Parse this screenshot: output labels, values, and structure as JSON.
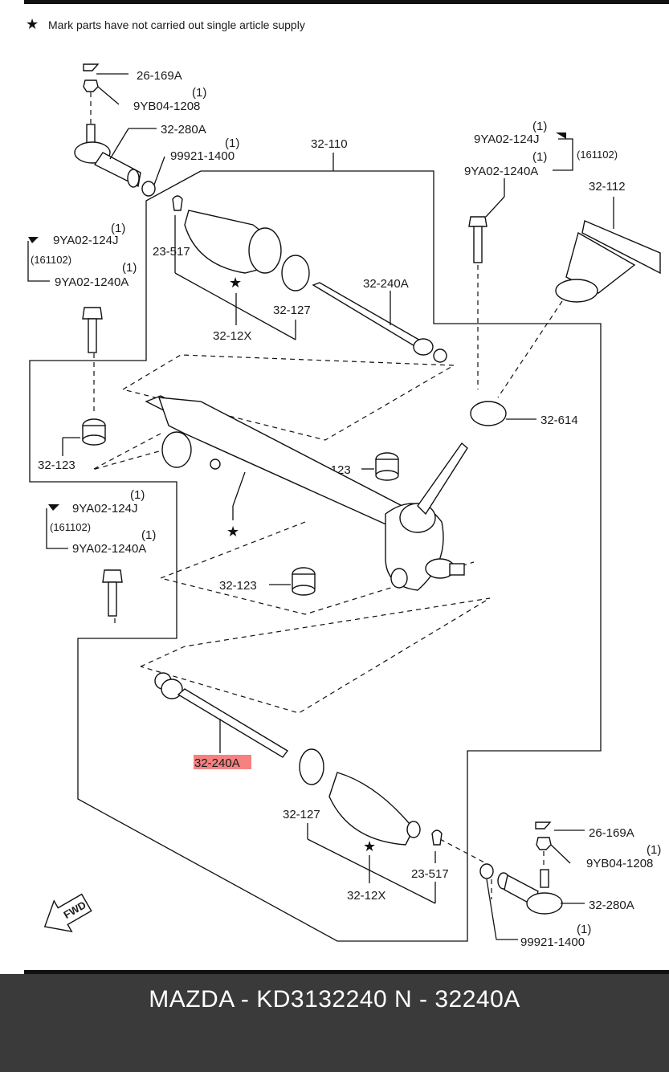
{
  "note": "Mark parts have not carried out single article supply",
  "labels": {
    "l26169A_top": "26-169A",
    "l9YB04_top": "9YB04-1208",
    "l9YB04_top_q": "(1)",
    "l32280A_top": "32-280A",
    "l99921_top": "99921-1400",
    "l99921_top_q": "(1)",
    "l32110": "32-110",
    "l9YA02_124J_r": "9YA02-124J",
    "l9YA02_124J_r_q": "(1)",
    "l9YA02_1240A_r": "9YA02-1240A",
    "l9YA02_1240A_r_q": "(1)",
    "l161102_r": "(161102)",
    "l32112": "32-112",
    "l9YA02_124J_l": "9YA02-124J",
    "l9YA02_124J_l_q": "(1)",
    "l161102_l": "(161102)",
    "l9YA02_1240A_l": "9YA02-1240A",
    "l9YA02_1240A_l_q": "(1)",
    "l23517_top": "23-517",
    "l32127_top": "32-127",
    "l3212X_top": "32-12X",
    "l32240A_top": "32-240A",
    "l32614": "32-614",
    "l32123_l": "32-123",
    "l32123_m": "32-123",
    "l9YA02_124J_l2": "9YA02-124J",
    "l9YA02_124J_l2_q": "(1)",
    "l161102_l2": "(161102)",
    "l9YA02_1240A_l2": "9YA02-1240A",
    "l9YA02_1240A_l2_q": "(1)",
    "l32123_b": "32-123",
    "l32240A_bottom": "32-240A",
    "l32127_bottom": "32-127",
    "l3212X_bottom": "32-12X",
    "l23517_bottom": "23-517",
    "l26169A_bottom": "26-169A",
    "l9YB04_bottom": "9YB04-1208",
    "l9YB04_bottom_q": "(1)",
    "l32280A_bottom": "32-280A",
    "l99921_bottom": "99921-1400",
    "l99921_bottom_q": "(1)",
    "fwd": "FWD"
  },
  "highlight_color": "#f36b6b",
  "footer": "MAZDA - KD3132240    N - 32240A"
}
